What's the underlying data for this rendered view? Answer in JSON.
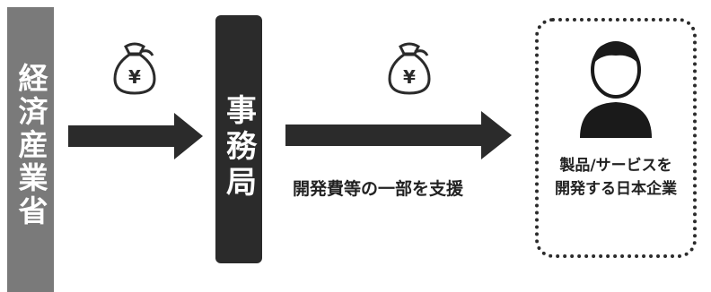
{
  "nodes": {
    "ministry": "経済産業省",
    "office": "事務局",
    "company_line1": "製品/サービスを",
    "company_line2": "開発する日本企業"
  },
  "edges": {
    "support_label": "開発費等の一部を支援"
  },
  "icons": {
    "money_bag_symbol": "¥"
  },
  "colors": {
    "ministry_fill": "#7a7a7a",
    "office_fill": "#2b2b2b",
    "arrow_fill": "#2b2b2b"
  }
}
